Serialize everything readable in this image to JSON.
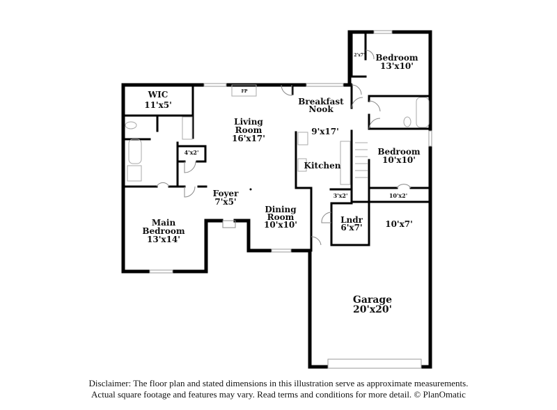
{
  "rooms": {
    "wic": {
      "name": "WIC",
      "dims": "11'x5'"
    },
    "living": {
      "name1": "Living",
      "name2": "Room",
      "dims": "16'x17'"
    },
    "fireplace": {
      "name": "FP"
    },
    "nook": {
      "name1": "Breakfast",
      "name2": "Nook",
      "dims": "9'x17'"
    },
    "kitchen": {
      "name": "Kitchen"
    },
    "bedroom_ne": {
      "name": "Bedroom",
      "dims": "13'x10'"
    },
    "closet_ne": {
      "dims": "2'x7'"
    },
    "bedroom_e": {
      "name": "Bedroom",
      "dims": "10'x10'"
    },
    "closet_e": {
      "dims": "10'x2'"
    },
    "closet_3x2": {
      "dims": "3'x2'"
    },
    "laundry": {
      "name": "Lndr",
      "dims": "6'x7'"
    },
    "storage": {
      "dims": "10'x7'"
    },
    "closet_4x2": {
      "dims": "4'x2'"
    },
    "foyer": {
      "name": "Foyer",
      "dims": "7'x5'"
    },
    "dining": {
      "name1": "Dining",
      "name2": "Room",
      "dims": "10'x10'"
    },
    "main_bedroom": {
      "name1": "Main",
      "name2": "Bedroom",
      "dims": "13'x14'"
    },
    "garage": {
      "name": "Garage",
      "dims": "20'x20'"
    }
  },
  "disclaimer": {
    "line1": "Disclaimer: The floor plan and stated dimensions in this illustration serve as approximate measurements.",
    "line2": "Actual square footage and features may vary. Read terms and conditions for more detail. © PlanOmatic"
  }
}
